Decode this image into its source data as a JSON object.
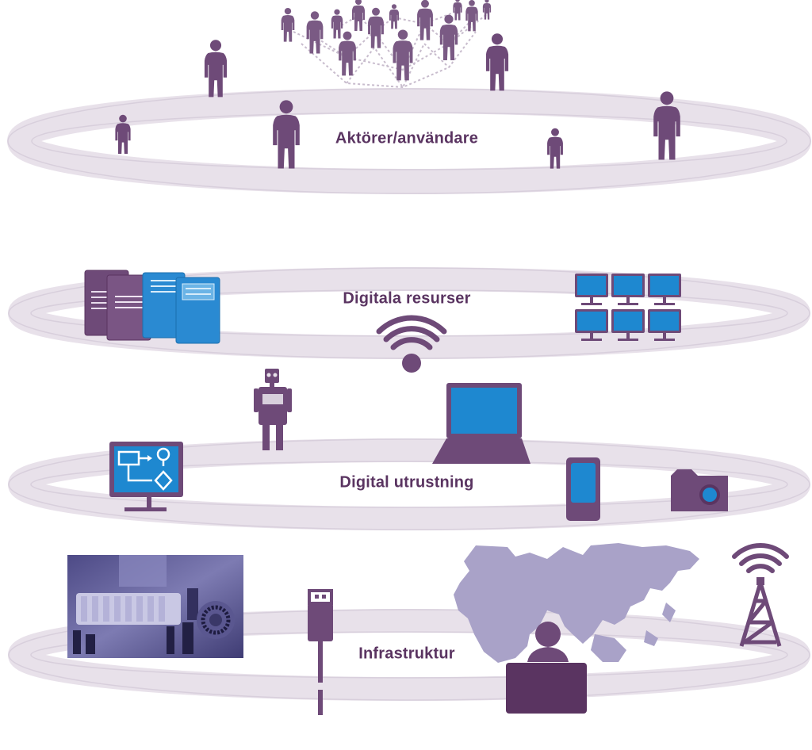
{
  "layers": [
    {
      "id": "actors",
      "label": "Aktörer/användare"
    },
    {
      "id": "resources",
      "label": "Digitala resurser"
    },
    {
      "id": "equipment",
      "label": "Digital utrustning"
    },
    {
      "id": "infrastructure",
      "label": "Infrastruktur"
    }
  ],
  "icons": [
    "person-icon",
    "crowd-network-icon",
    "document-stack-icon",
    "server-grid-icon",
    "wifi-icon",
    "robot-icon",
    "laptop-icon",
    "flowchart-monitor-icon",
    "smartphone-icon",
    "camera-icon",
    "circuit-board-photo",
    "usb-cable-icon",
    "world-map-icon",
    "computer-user-icon",
    "radio-tower-icon"
  ],
  "colors": {
    "ring": "#e6dfe8",
    "ring_edge": "#d4c9d8",
    "primary_purple": "#6e4a78",
    "dark_purple": "#5a3461",
    "accent_blue": "#1e88d0",
    "map_lavender": "#a9a2c8"
  }
}
